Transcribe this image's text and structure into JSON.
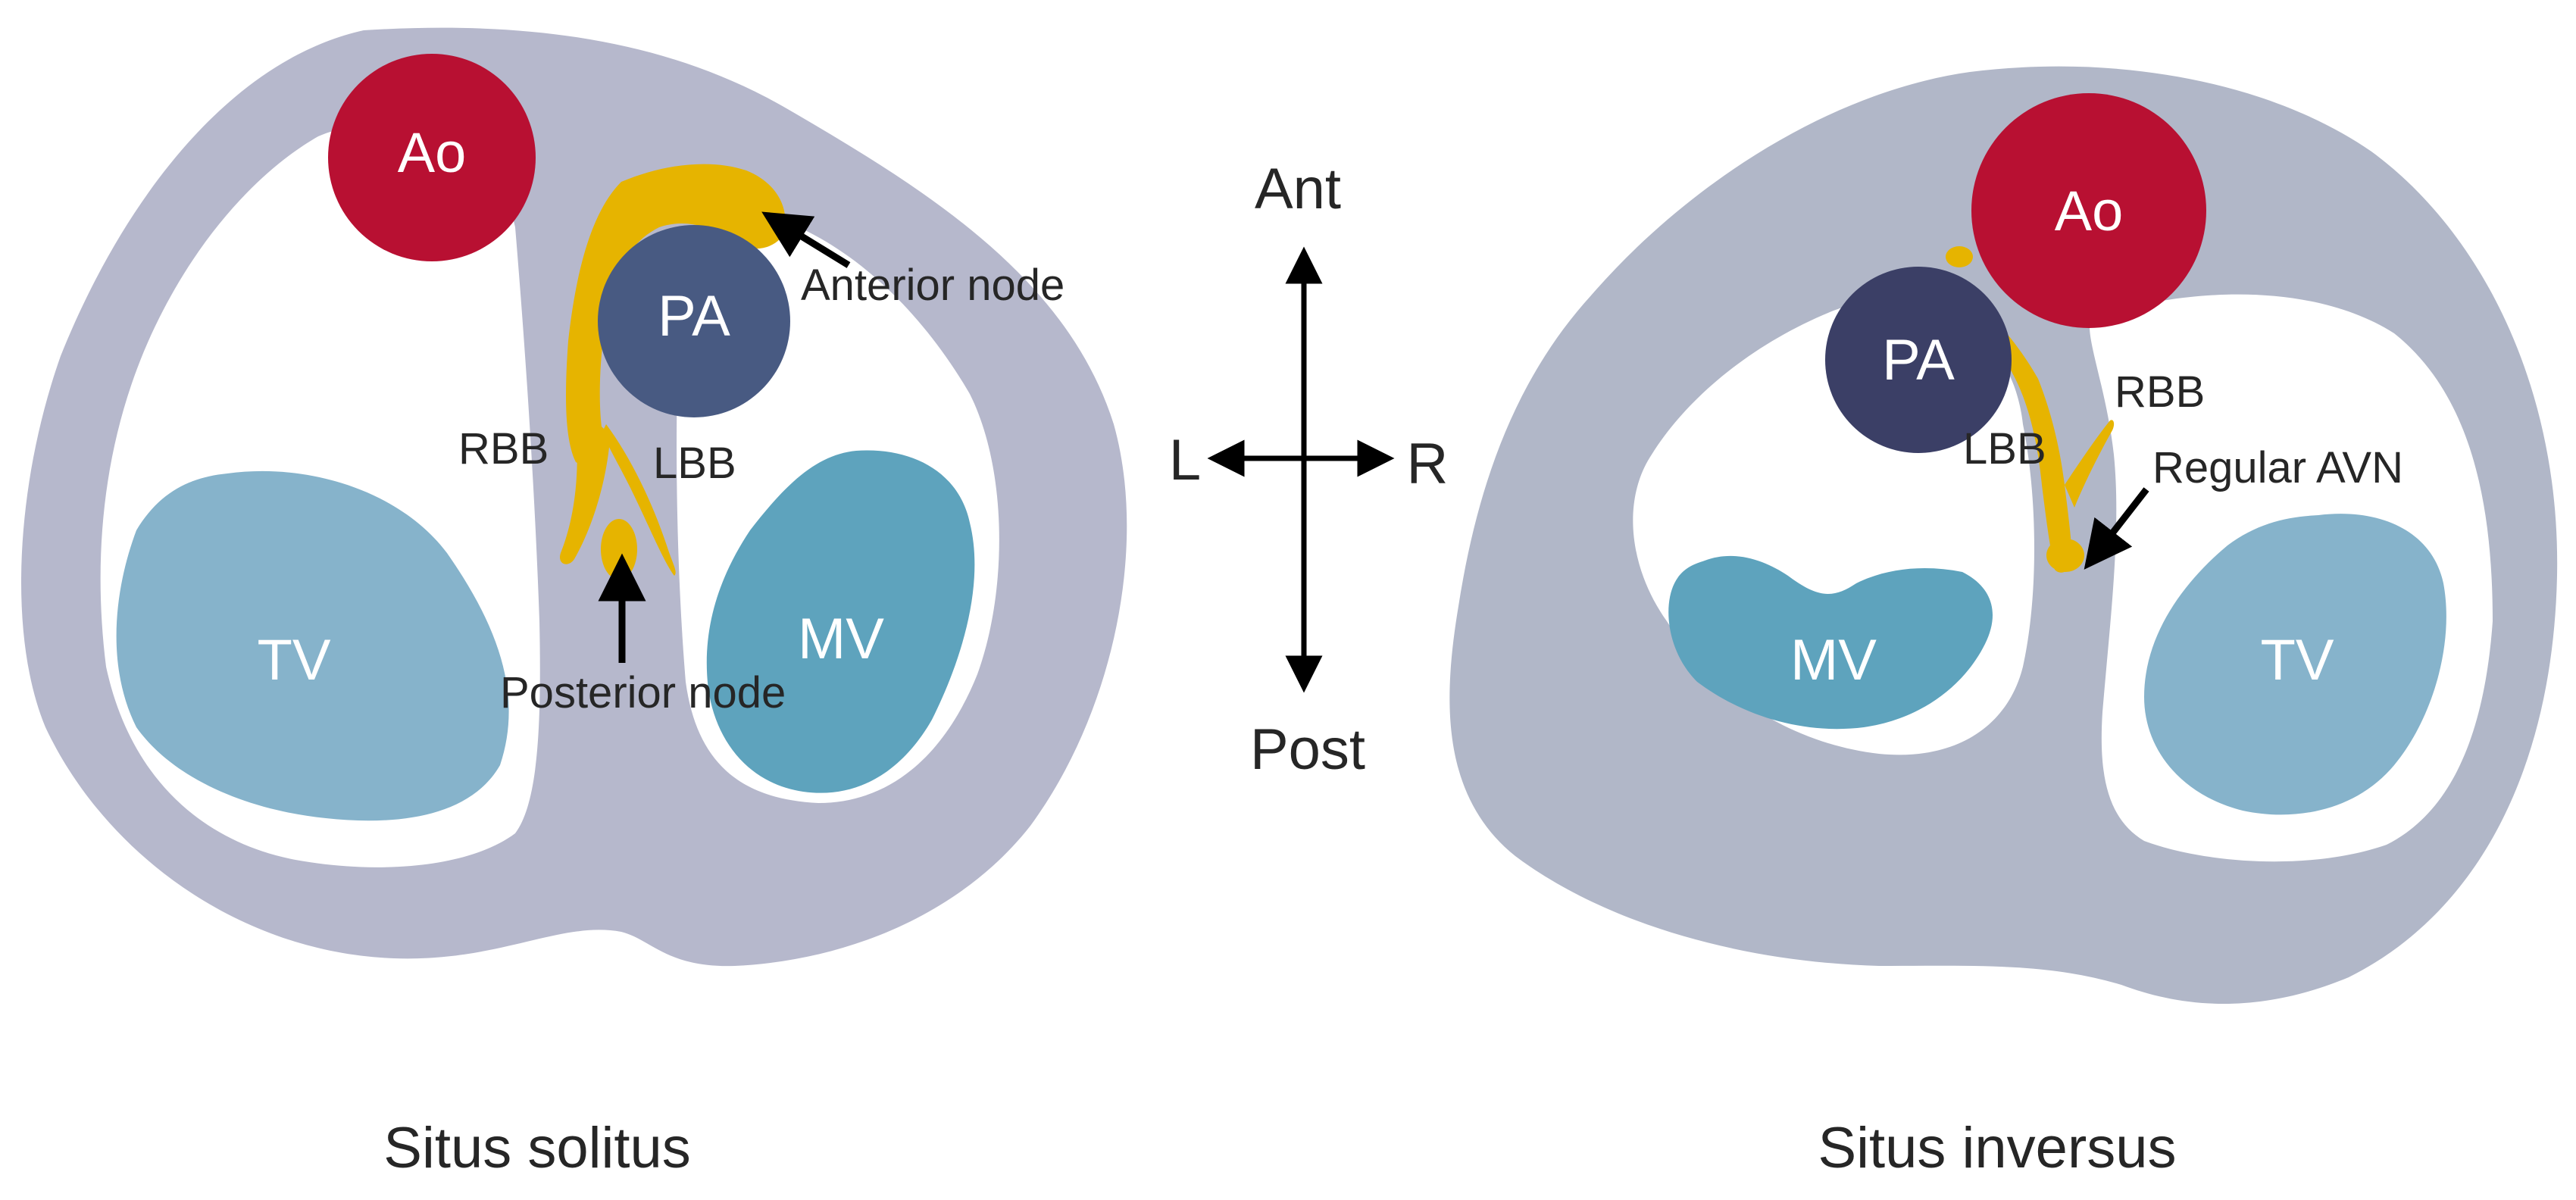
{
  "colors": {
    "heart": "#b6b8cc",
    "heart_right": "#b1b7c8",
    "aorta": "#b81032",
    "pa_left": "#485a82",
    "pa_right": "#3b3f66",
    "tv": "#86b3cb",
    "mv": "#5ea3bd",
    "conduction": "#e6b400",
    "text": "#262626"
  },
  "compass": {
    "anterior": "Ant",
    "posterior": "Post",
    "left": "L",
    "right": "R"
  },
  "left_panel": {
    "caption": "Situs solitus",
    "aorta": "Ao",
    "pulmonary_artery": "PA",
    "tricuspid_valve": "TV",
    "mitral_valve": "MV",
    "anterior_node": "Anterior node",
    "posterior_node": "Posterior node",
    "rbb": "RBB",
    "lbb": "LBB"
  },
  "right_panel": {
    "caption": "Situs inversus",
    "aorta": "Ao",
    "pulmonary_artery": "PA",
    "tricuspid_valve": "TV",
    "mitral_valve": "MV",
    "regular_avn": "Regular AVN",
    "rbb": "RBB",
    "lbb": "LBB"
  }
}
